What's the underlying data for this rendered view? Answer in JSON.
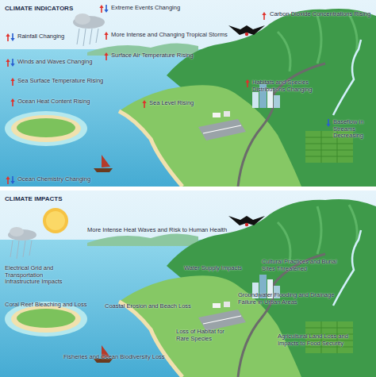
{
  "diagram": {
    "labels": [
      "CLIMATE INDICATORS",
      "Extreme Events Changing",
      "Carbon Dioxide Concentrations Rising",
      "Rainfall Changing",
      "More Intense and Changing Tropical Storms",
      "Surface Air Temperature Rising",
      "Winds and Waves Changing",
      "Sea Surface Temperature Rising",
      "Ocean Heat Content Rising",
      "Sea Level Rising",
      "Habitats and Species Distributions Changing",
      "Baseflow in Streams Decreasing",
      "Ocean Chemistry Changing",
      "CLIMATE IMPACTS",
      "More Intense Heat Waves and Risk to Human Health",
      "Electrical Grid and Transportation Infrastructure Impacts",
      "Water Supply Impacts",
      "Cultural Practices and Burial Sites Threatened",
      "Groundwater Flooding and Drainage Failure in Urban Areas",
      "Coral Reef Bleaching and Loss",
      "Coastal Erosion and Beach Loss",
      "Loss of Habitat for Rare Species",
      "Agricultural Land Loss and Impacts to Food Security",
      "Fisheries and Ocean Biodiversity Loss"
    ]
  }
}
